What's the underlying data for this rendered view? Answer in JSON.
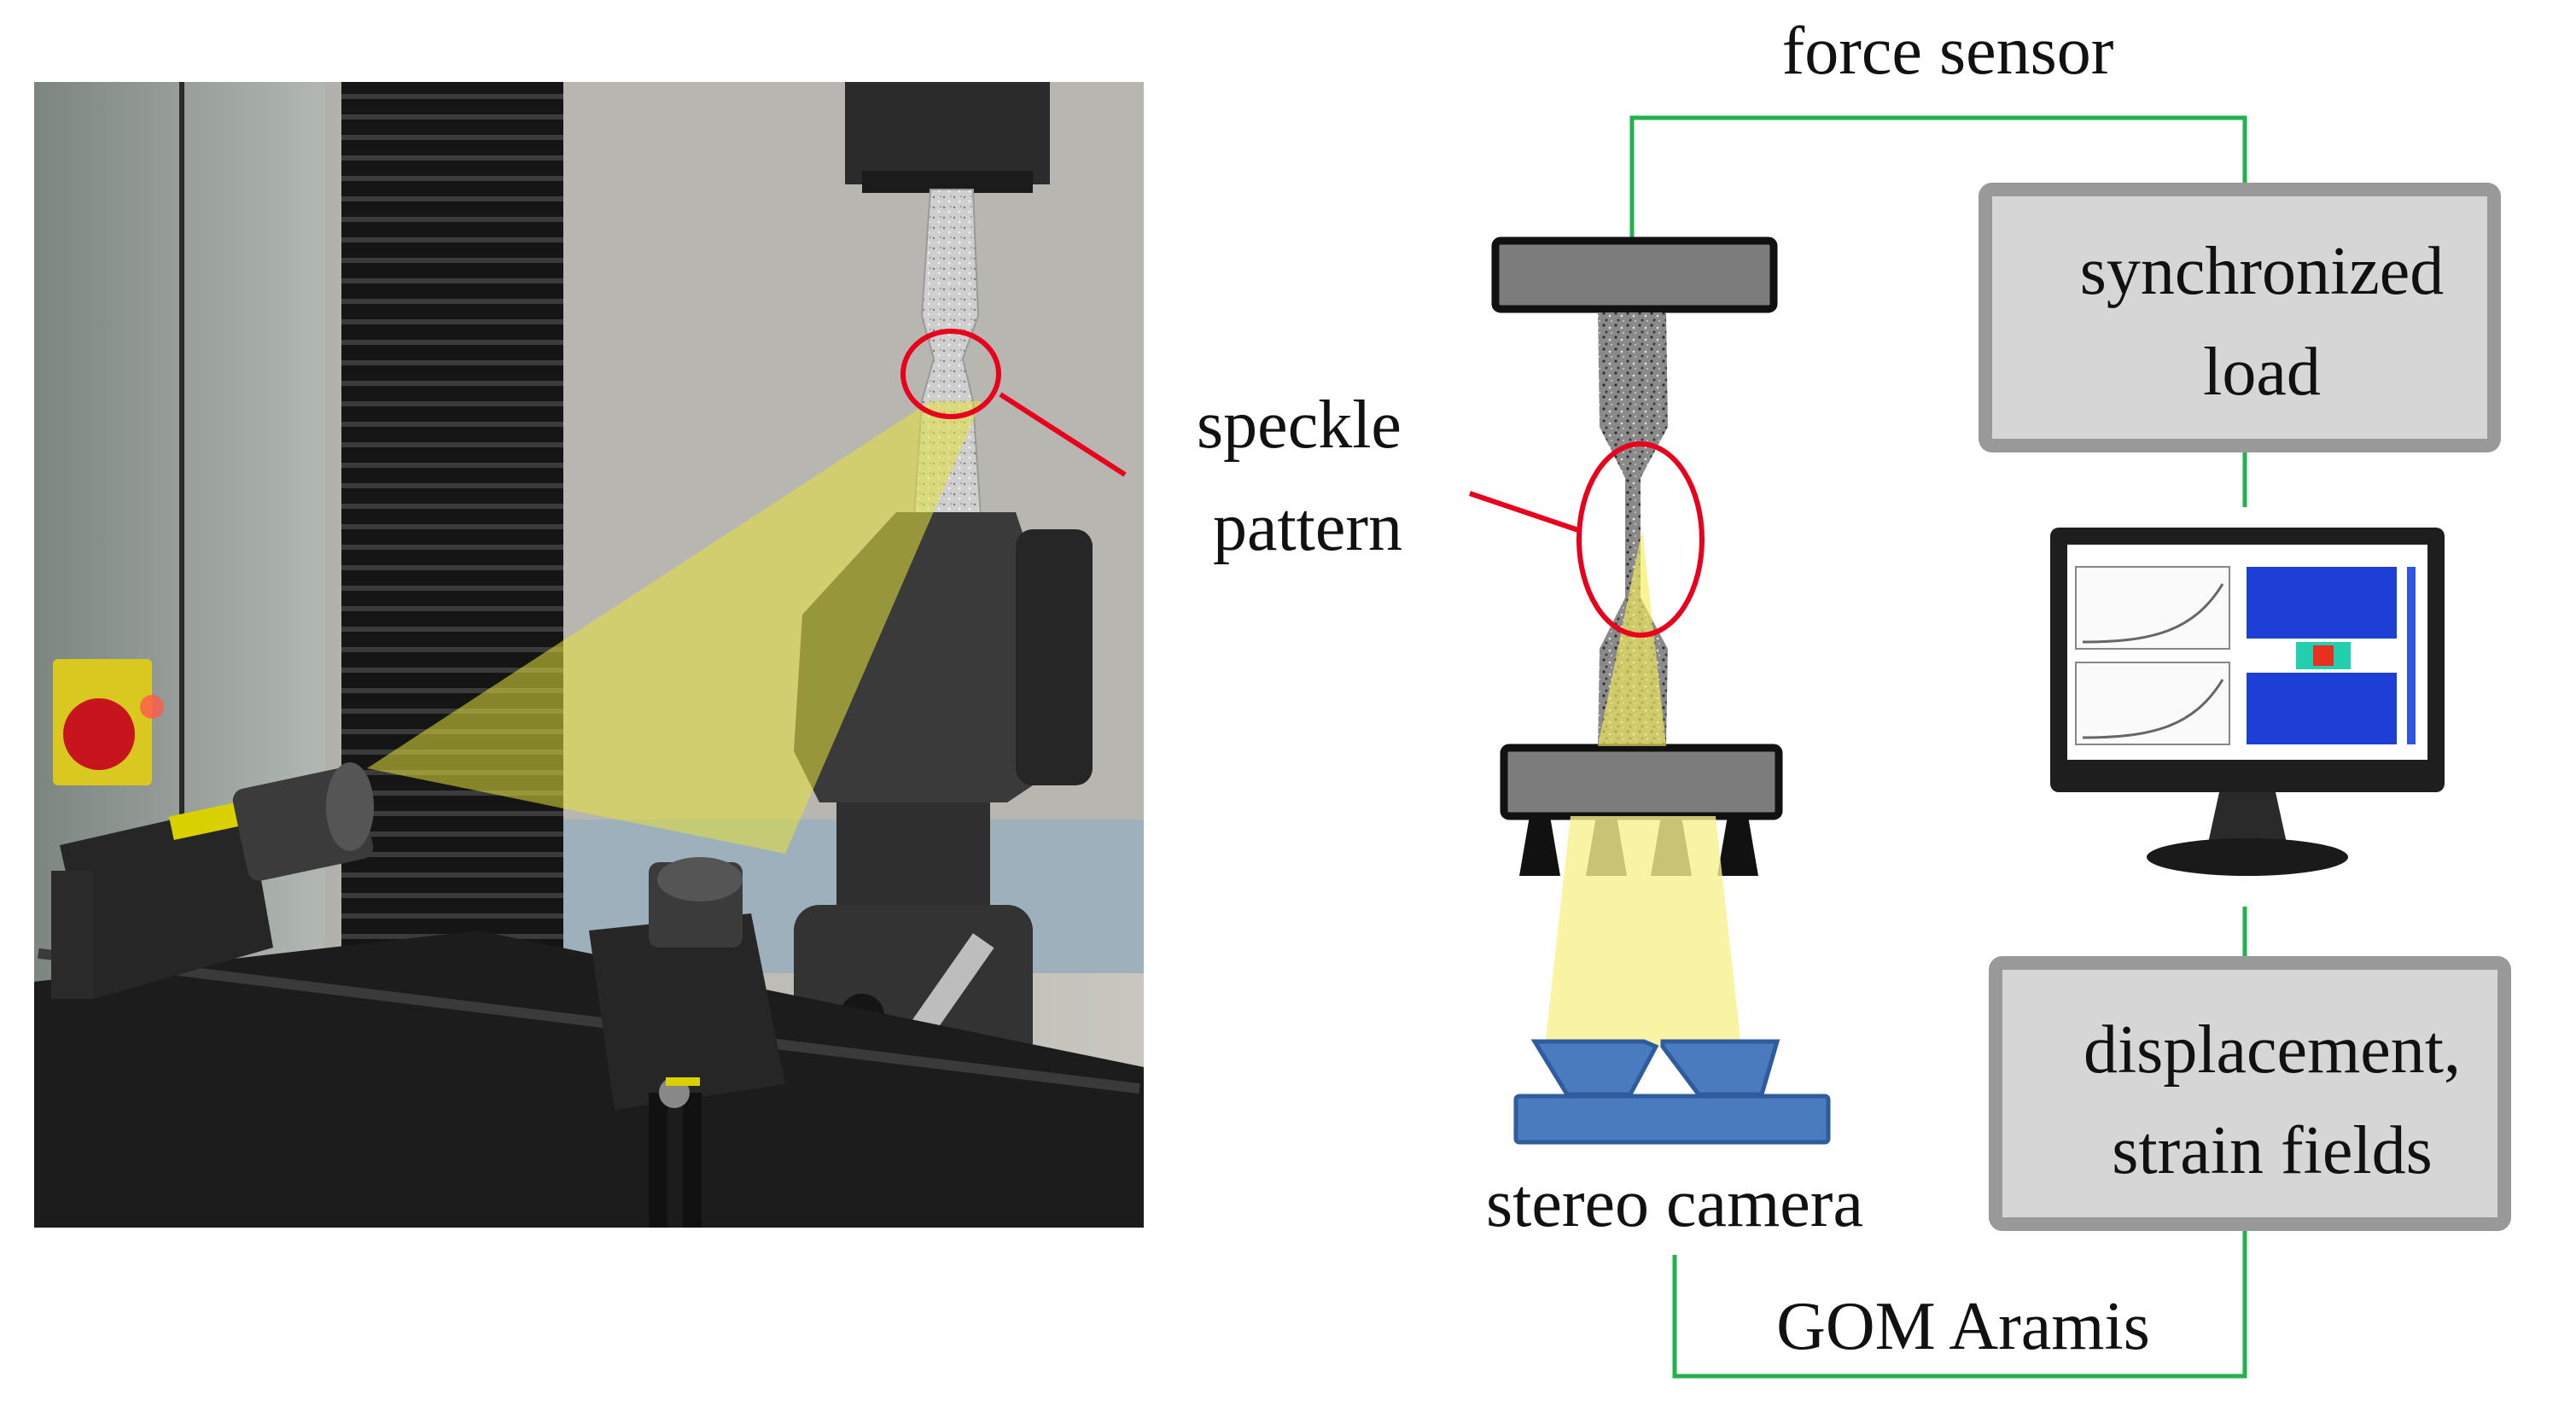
{
  "labels": {
    "force_sensor": "force sensor",
    "speckle_line1": "speckle",
    "speckle_line2": "pattern",
    "stereo_camera": "stereo camera",
    "gom_aramis": "GOM Aramis",
    "sync_line1": "synchronized",
    "sync_line2": "load",
    "disp_line1": "displacement,",
    "disp_line2": "strain fields"
  },
  "colors": {
    "connector": "#22b14c",
    "highlight": "#e8001c",
    "light_beam": "#f7f18c",
    "camera": "#4a7bbf",
    "box_fill": "#d6d6d6",
    "box_border": "#999999"
  }
}
